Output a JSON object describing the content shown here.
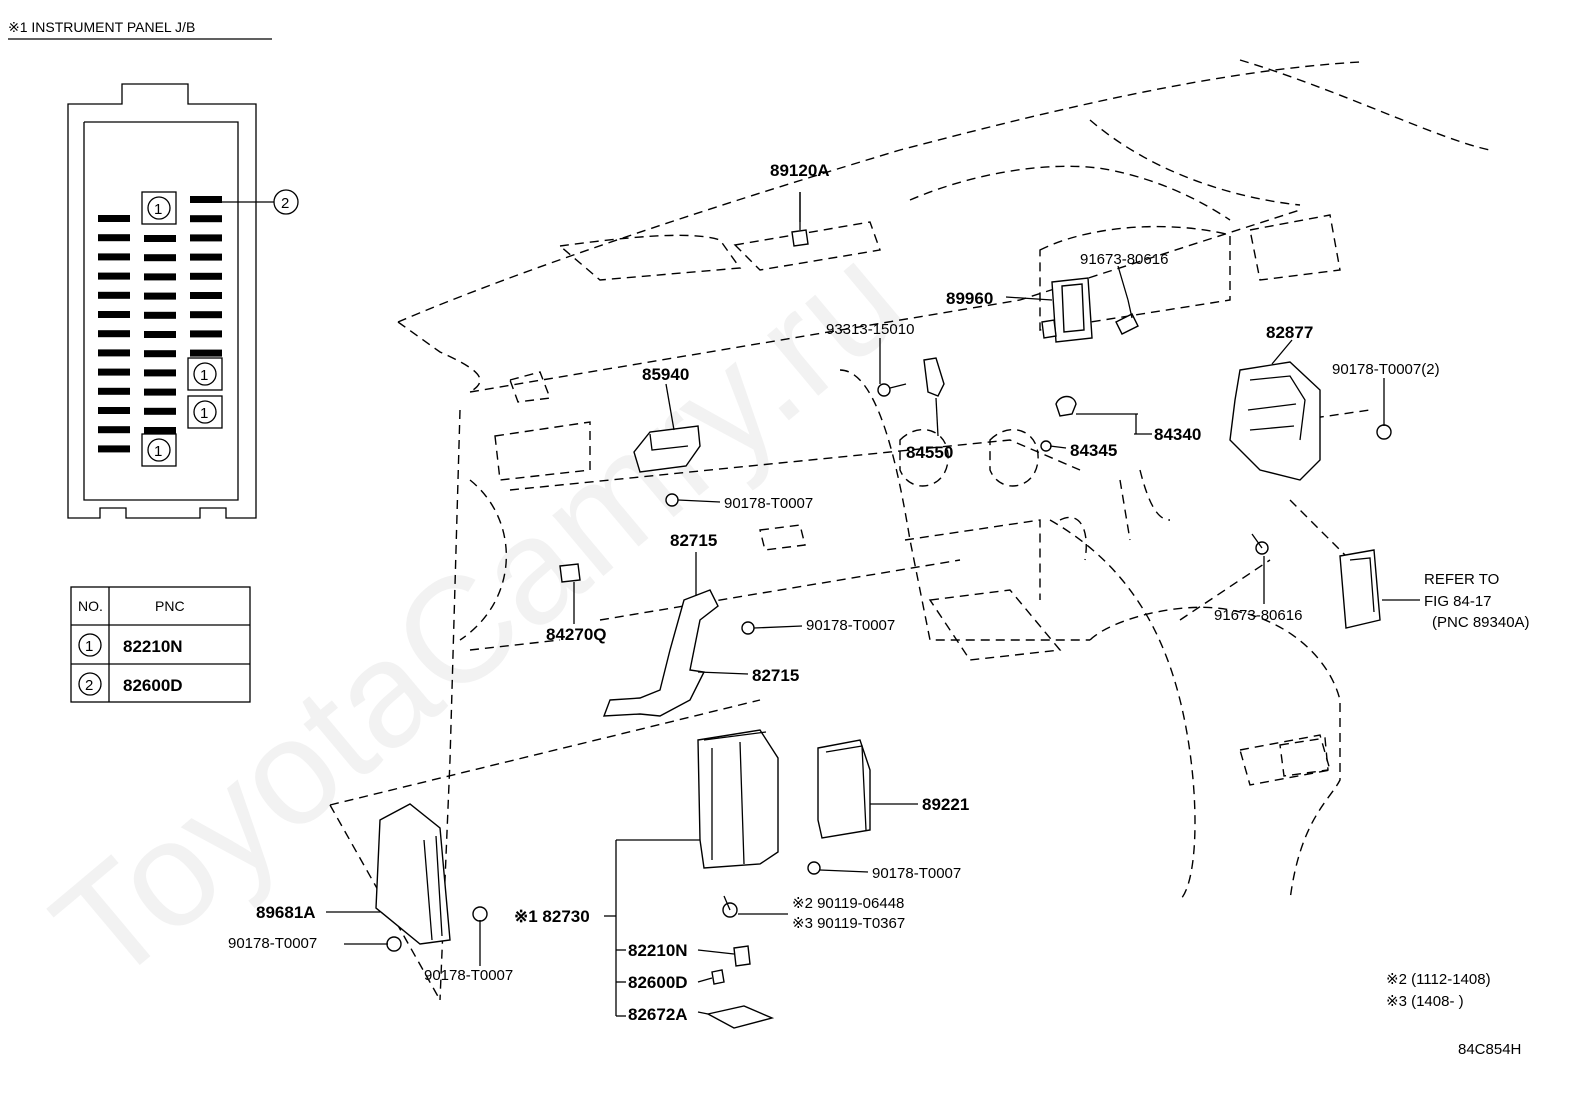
{
  "header": {
    "title": "※1  INSTRUMENT PANEL J/B"
  },
  "legend": {
    "col_no": "NO.",
    "col_pnc": "PNC",
    "rows": [
      {
        "no": "1",
        "pnc": "82210N"
      },
      {
        "no": "2",
        "pnc": "82600D"
      }
    ]
  },
  "fuse_box": {
    "callout_1": "1",
    "callout_2": "2"
  },
  "labels": {
    "p89120A": "89120A",
    "p91673_top": "91673-80616",
    "p89960": "89960",
    "p93313": "93313-15010",
    "p82877": "82877",
    "p90178_2": "90178-T0007(2)",
    "p85940": "85940",
    "p84550": "84550",
    "p84345": "84345",
    "p84340": "84340",
    "p90178_a": "90178-T0007",
    "p82715_a": "82715",
    "p84270Q": "84270Q",
    "p90178_b": "90178-T0007",
    "p82715_b": "82715",
    "p91673_bot": "91673-80616",
    "refer_1": "REFER TO",
    "refer_2": "FIG 84-17",
    "refer_3": "(PNC 89340A)",
    "p89221": "89221",
    "p90178_c": "90178-T0007",
    "p90119_2": "※2 90119-06448",
    "p90119_3": "※3 90119-T0367",
    "p82730": "※1 82730",
    "p89681A": "89681A",
    "p90178_d": "90178-T0007",
    "p90178_e": "90178-T0007",
    "p82210N": "82210N",
    "p82600D": "82600D",
    "p82672A": "82672A",
    "note_2": "※2 (1112-1408)",
    "note_3": "※3 (1408-      )",
    "fig_code": "84C854H"
  },
  "watermark": "ToyotaCamry.ru"
}
